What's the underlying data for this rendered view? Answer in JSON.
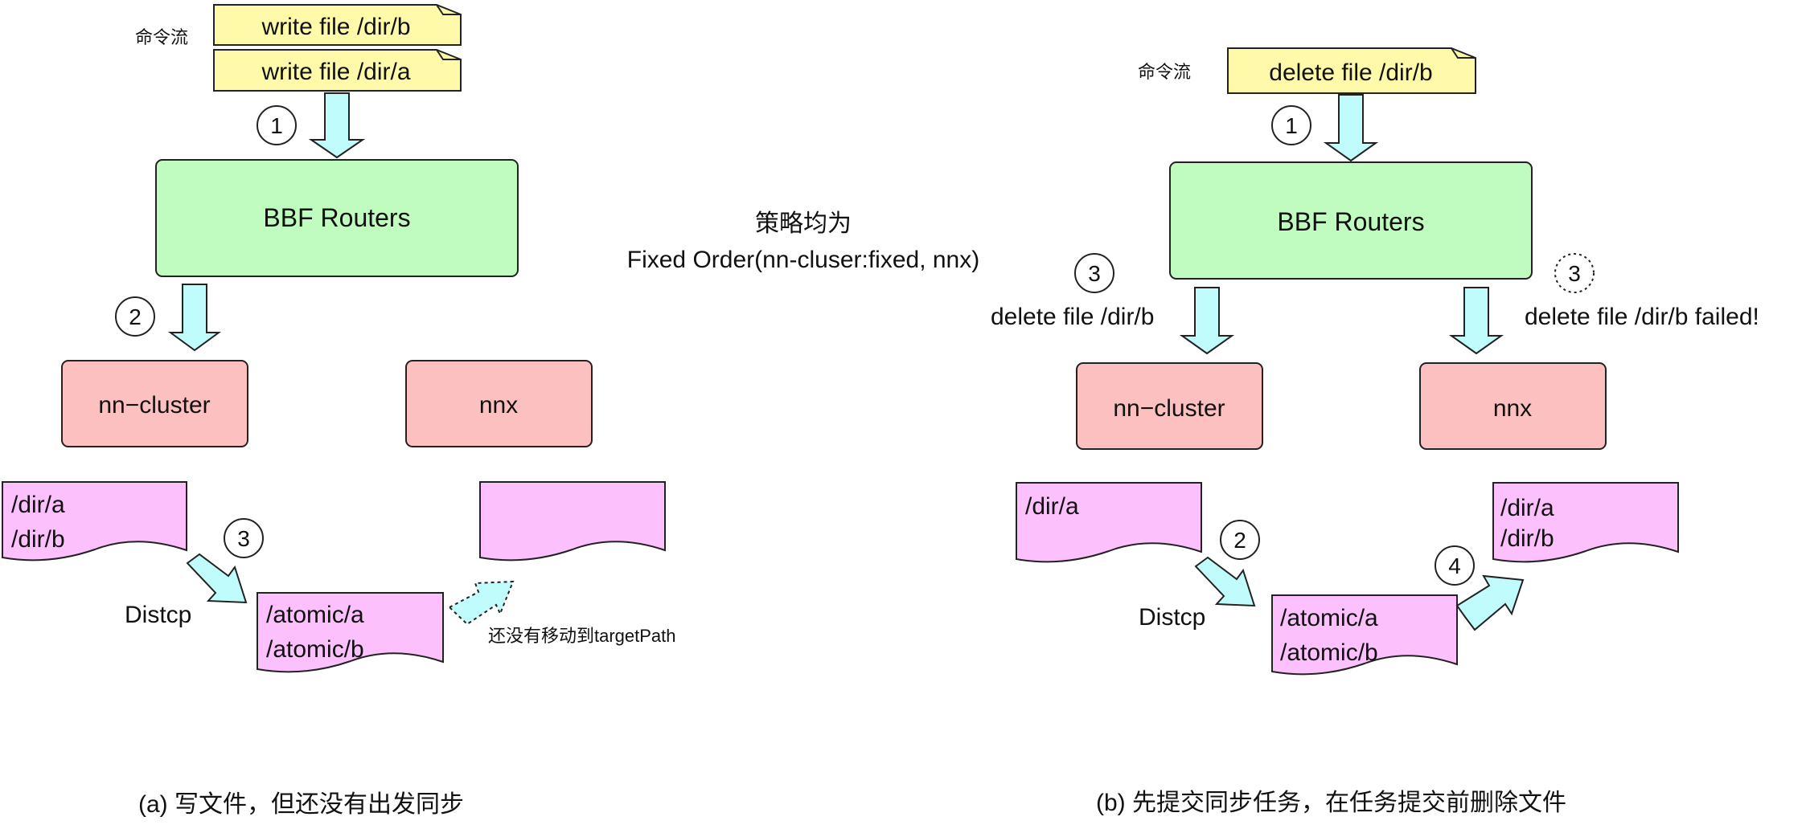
{
  "center_note": {
    "line1": "策略均为",
    "line2": "Fixed Order(nn-cluser:fixed, nnx)"
  },
  "panel_a": {
    "stream_label": "命令流",
    "cmd_top": "write file /dir/b",
    "cmd_bottom": "write file /dir/a",
    "step1": "1",
    "step2": "2",
    "step3": "3",
    "router": "BBF Routers",
    "cluster_left": "nn−cluster",
    "cluster_right": "nnx",
    "doc_left": [
      "/dir/a",
      "/dir/b"
    ],
    "doc_atomic": [
      "/atomic/a",
      "/atomic/b"
    ],
    "distcp": "Distcp",
    "not_moved": "还没有移动到targetPath",
    "caption": "(a) 写文件，但还没有出发同步"
  },
  "panel_b": {
    "stream_label": "命令流",
    "cmd": "delete file /dir/b",
    "step1": "1",
    "step2": "2",
    "step3": "3",
    "step3_failed": "3",
    "step4": "4",
    "router": "BBF Routers",
    "delete_left": "delete file /dir/b",
    "delete_right": "delete file /dir/b failed!",
    "cluster_left": "nn−cluster",
    "cluster_right": "nnx",
    "doc_left": [
      "/dir/a"
    ],
    "doc_atomic": [
      "/atomic/a",
      "/atomic/b"
    ],
    "doc_right": [
      "/dir/a",
      "/dir/b"
    ],
    "distcp": "Distcp",
    "caption": "(b) 先提交同步任务，在任务提交前删除文件"
  },
  "colors": {
    "command_note": "#fffaaa",
    "router": "#c0fcc0",
    "cluster": "#fcc0c0",
    "document": "#fcc0fc",
    "arrow": "#c0fcfc"
  }
}
